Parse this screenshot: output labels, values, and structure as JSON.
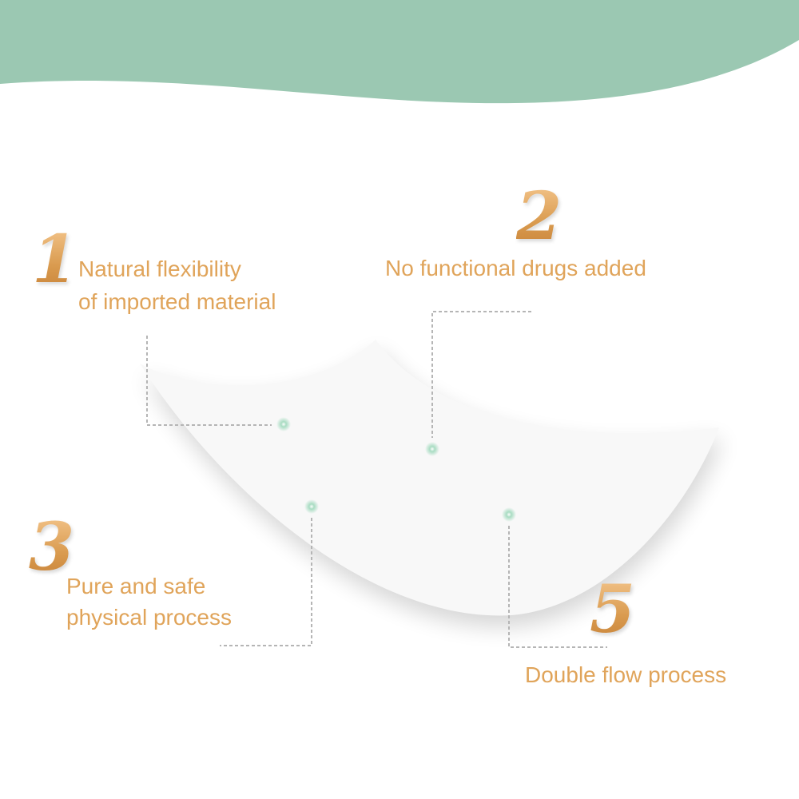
{
  "colors": {
    "wave": "#9BC8B2",
    "text": "#E0A45A",
    "dot": "#8fd0b0",
    "dash": "#b5b5b5"
  },
  "features": [
    {
      "number": "1",
      "lines": [
        "Natural flexibility",
        "of imported material"
      ]
    },
    {
      "number": "2",
      "lines": [
        "No functional drugs added"
      ]
    },
    {
      "number": "3",
      "lines": [
        "Pure and safe",
        "physical process"
      ]
    },
    {
      "number": "5",
      "lines": [
        "Double flow process"
      ]
    }
  ]
}
